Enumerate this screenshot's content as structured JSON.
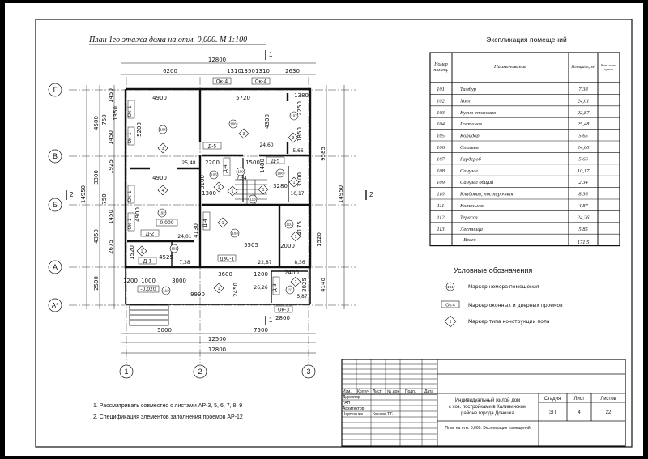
{
  "plan": {
    "title": "План 1го этажа дома на отм. 0,000. М 1:100",
    "axes_letters": [
      "Г",
      "В",
      "Б",
      "А",
      "А*"
    ],
    "axes_numbers": [
      "1",
      "2",
      "3"
    ],
    "section_marks": [
      "1",
      "1",
      "2",
      "2"
    ],
    "rooms": [
      "104",
      "106",
      "107",
      "105",
      "109",
      "108",
      "102",
      "103",
      "110",
      "101",
      "112",
      "111",
      "113"
    ],
    "floor_types": [
      "3",
      "3",
      "3",
      "1",
      "1",
      "1",
      "4",
      "1",
      "1",
      "1",
      "1",
      "2",
      "1"
    ],
    "areas": [
      "25,48",
      "24,60",
      "5,66",
      "10,17",
      "24,01",
      "7,38",
      "22,87",
      "8,36",
      "26,26",
      "5,87",
      "2,34"
    ],
    "levels": [
      "0,000",
      "-0,020"
    ],
    "openings": [
      "Ок-4",
      "Ок-4",
      "Ок-1",
      "Ок-1",
      "Ок-1",
      "Ок-1",
      "Д-5",
      "Д-5",
      "Д-2",
      "Д-1",
      "ДвС-1",
      "Д-4",
      "Д-3",
      "Ок-3",
      "Д-4"
    ],
    "dimensions": [
      "12800",
      "6200",
      "1310",
      "1350",
      "1310",
      "2630",
      "4900",
      "5720",
      "1380",
      "5200",
      "4300",
      "2250",
      "1850",
      "4900",
      "2200",
      "1500",
      "1480",
      "3100",
      "3100",
      "3280",
      "1300",
      "4900",
      "4130",
      "5505",
      "4525",
      "1520",
      "2000",
      "4175",
      "3600",
      "1200",
      "2400",
      "2025",
      "2450",
      "1200",
      "1000",
      "3000",
      "9990",
      "2800",
      "5000",
      "7500",
      "12500",
      "12800",
      "1450",
      "4500",
      "750",
      "1450",
      "1925",
      "3300",
      "14950",
      "750",
      "1450",
      "4350",
      "2675",
      "2500",
      "9585",
      "14950",
      "4140",
      "1350",
      "1520"
    ]
  },
  "explication": {
    "title": "Экспликация помещений",
    "headers": [
      "Номер помещ.",
      "Наименование",
      "Площадь, м²",
      "Кат. поме- щения"
    ],
    "rows": [
      {
        "num": "101",
        "name": "Тамбур",
        "area": "7,38"
      },
      {
        "num": "102",
        "name": "Холл",
        "area": "24,01"
      },
      {
        "num": "103",
        "name": "Кухня-столовая",
        "area": "22,87"
      },
      {
        "num": "104",
        "name": "Гостиная",
        "area": "25,48"
      },
      {
        "num": "105",
        "name": "Коридор",
        "area": "5,65"
      },
      {
        "num": "106",
        "name": "Спальня",
        "area": "24,60"
      },
      {
        "num": "107",
        "name": "Гардероб",
        "area": "5,66"
      },
      {
        "num": "108",
        "name": "Санузел",
        "area": "10,17"
      },
      {
        "num": "109",
        "name": "Санузел общий",
        "area": "2,34"
      },
      {
        "num": "110",
        "name": "Кладовая, постирочная",
        "area": "8,36"
      },
      {
        "num": "111",
        "name": "Котельная",
        "area": "4,87"
      },
      {
        "num": "112",
        "name": "Терасса",
        "area": "24,26"
      },
      {
        "num": "113",
        "name": "Лестница",
        "area": "5,85"
      }
    ],
    "total_label": "Всего",
    "total": "171,5"
  },
  "legend": {
    "title": "Условные обозначения",
    "items": [
      {
        "symbol": "101",
        "label": "Маркер номера помещения"
      },
      {
        "symbol": "Ок-4",
        "label": "Маркер оконных и дверных проемов"
      },
      {
        "symbol": "1",
        "label": "Маркер типа конструкции пола"
      }
    ]
  },
  "notes": [
    "1. Рассматривать совместно с листами АР-3, 5, 6, 7, 8, 9",
    "2. Спецификация элементов заполнения проемов АР-12"
  ],
  "title_block": {
    "headers": [
      "Изм.",
      "Кол.уч",
      "Лист",
      "№ док",
      "Подп.",
      "Дата"
    ],
    "roles": [
      "Директор",
      "ГАП",
      "Архитектор",
      "Чертежник"
    ],
    "drafter_name": "Конева Т.Г.",
    "project": [
      "Индивидуальный жилой дом",
      "с хоз. постройками в Калининском",
      "районе города Донецка"
    ],
    "sheet_title": "План на отм. 0,000. Экспликация помещений",
    "stage_label": "Стадия",
    "sheet_label": "Лист",
    "sheets_label": "Листов",
    "stage": "ЭП",
    "sheet": "4",
    "sheets": "22"
  }
}
